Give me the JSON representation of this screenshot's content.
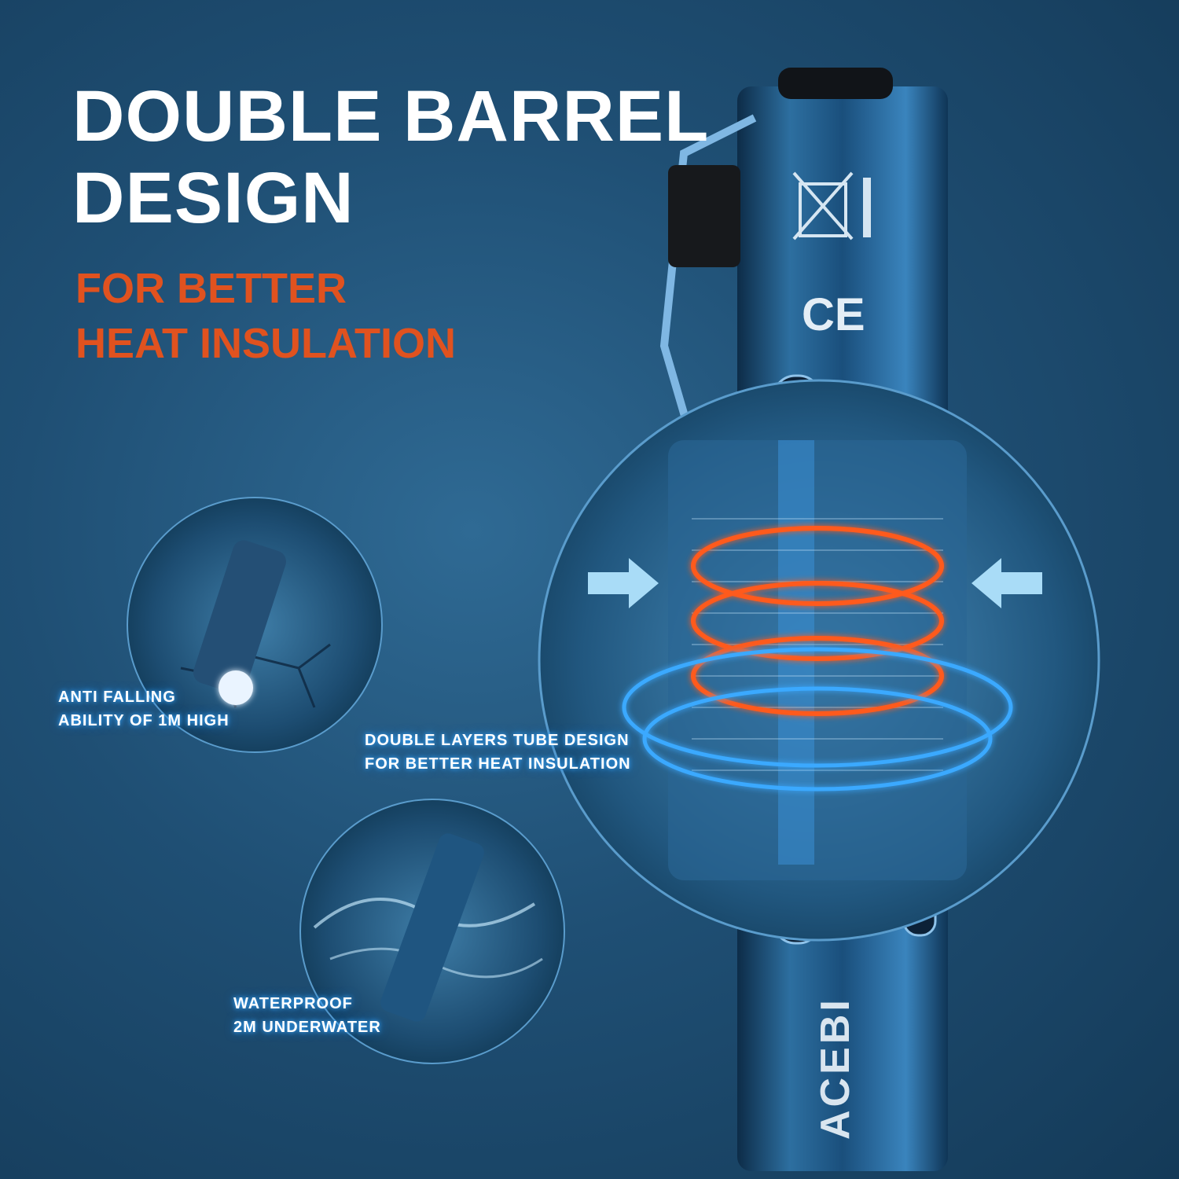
{
  "headline": {
    "line1": "DOUBLE BARREL",
    "line2": "DESIGN"
  },
  "subheadline": {
    "line1": "FOR BETTER",
    "line2": "HEAT INSULATION"
  },
  "features": {
    "anti_fall": {
      "line1": "ANTI FALLING",
      "line2": "ABILITY OF 1M HIGH"
    },
    "double_layer": {
      "line1": "DOUBLE LAYERS TUBE DESIGN",
      "line2": "FOR BETTER HEAT INSULATION"
    },
    "waterproof": {
      "line1": "WATERPROOF",
      "line2": "2M UNDERWATER"
    }
  },
  "product": {
    "brand_mark": "ACEBI",
    "ce_mark": "CE"
  },
  "colors": {
    "background": "#1f4f74",
    "headline": "#ffffff",
    "accent_orange": "#e0521f",
    "glow_blue": "#3aa9ff",
    "heat_ring": "#ff5a1f"
  },
  "icons": [
    "weee-bin-icon",
    "ce-mark-icon",
    "arrow-right-icon",
    "arrow-left-icon"
  ]
}
